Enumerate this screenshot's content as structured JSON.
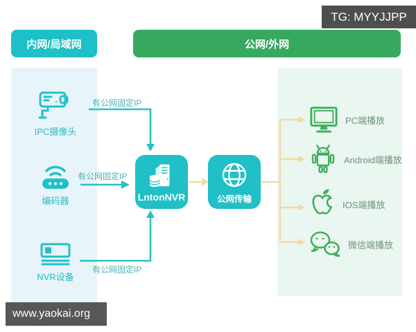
{
  "badges": {
    "tg": "TG: MYYJJPP",
    "website": "www.yaokai.org"
  },
  "zones": {
    "lan_header": "内网/局域网",
    "wan_header": "公网/外网"
  },
  "lan_devices": [
    {
      "label": "IPC摄像头",
      "icon": "cctv-camera-icon"
    },
    {
      "label": "编码器",
      "icon": "wifi-encoder-icon"
    },
    {
      "label": "NVR设备",
      "icon": "nvr-recorder-icon"
    }
  ],
  "link_labels": {
    "ipc": "有公网固定IP",
    "encoder": "有公网固定IP",
    "nvr": "有公网固定IP"
  },
  "core_nodes": {
    "nvr_server": {
      "label": "LntonNVR",
      "icon": "server-database-icon"
    },
    "transport": {
      "label": "公网传输",
      "icon": "globe-icon"
    }
  },
  "playback_clients": [
    {
      "label": "PC端播放",
      "icon": "pc-monitor-icon"
    },
    {
      "label": "Android端播放",
      "icon": "android-robot-icon"
    },
    {
      "label": "IOS端播放",
      "icon": "apple-logo-icon"
    },
    {
      "label": "微信端播放",
      "icon": "wechat-icon"
    }
  ],
  "colors": {
    "teal": "#1fc0c6",
    "green": "#36a95f",
    "lan_panel": "#e7f5fb",
    "wan_panel": "#eaf6f0",
    "arrow_orange": "#f3d9a4",
    "badge_dark": "#4e4e4e",
    "client_label_text": "#6e937e"
  }
}
